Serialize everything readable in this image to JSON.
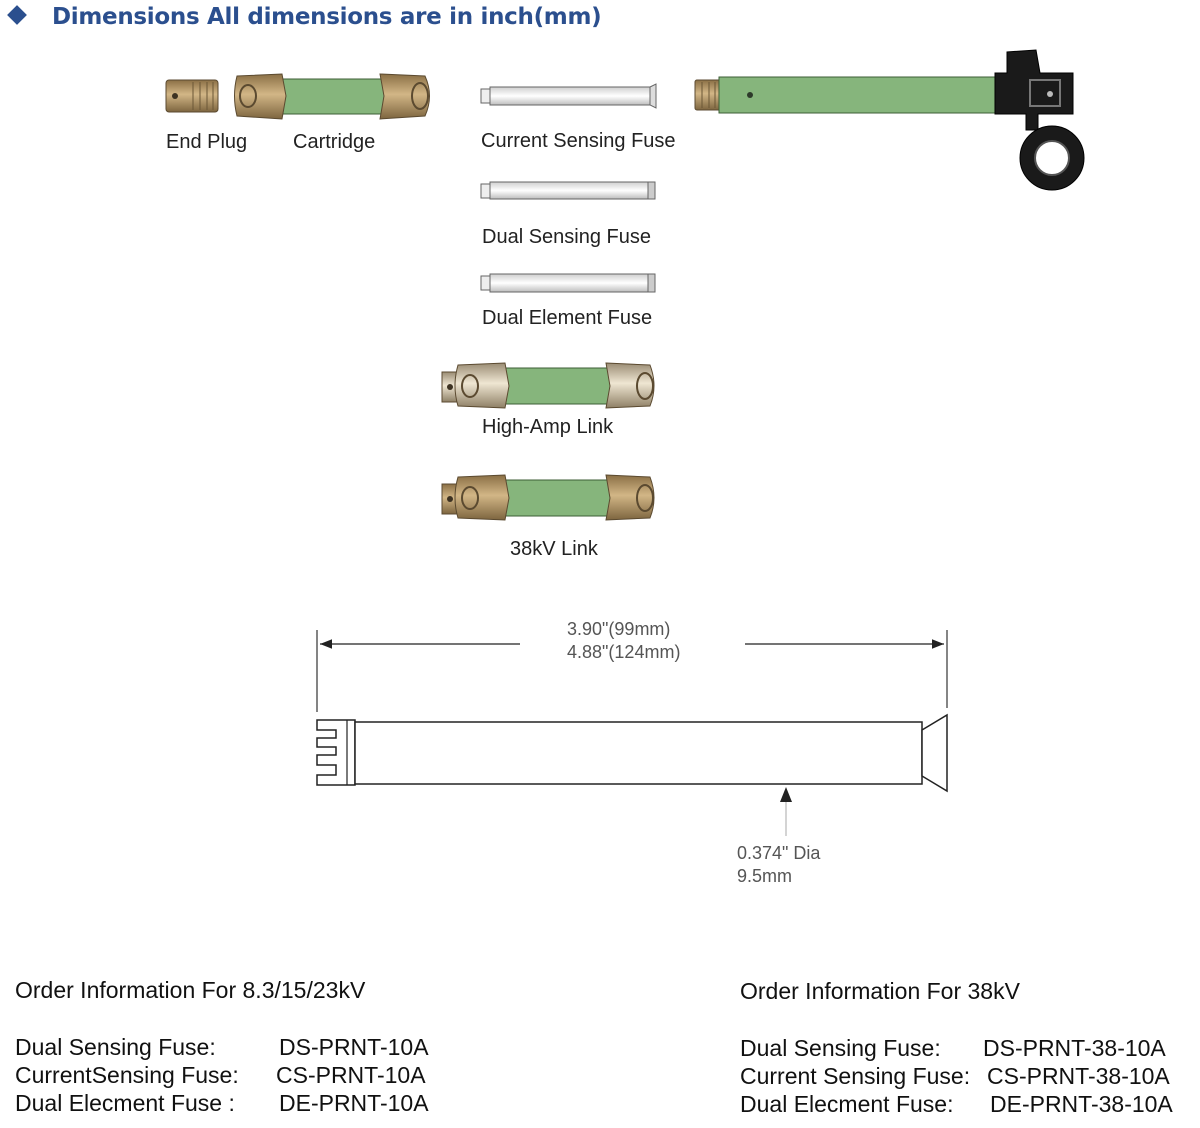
{
  "header": {
    "title": "Dimensions All dimensions are in inch(mm)",
    "accent_color": "#2b4f8e"
  },
  "parts": {
    "end_plug": "End Plug",
    "cartridge": "Cartridge",
    "current_sensing_fuse": "Current Sensing Fuse",
    "dual_sensing_fuse": "Dual Sensing Fuse",
    "dual_element_fuse": "Dual Element Fuse",
    "high_amp_link": "High-Amp Link",
    "kv38_link": "38kV Link"
  },
  "colors": {
    "tube_green": "#86b57c",
    "brass": "#b89a6c",
    "housing_black": "#1a1a1a"
  },
  "drawing": {
    "length_in": "3.90\"(99mm)",
    "length_mm": "4.88\"(124mm)",
    "dia_in": "0.374\" Dia",
    "dia_mm": "9.5mm"
  },
  "order_left": {
    "title": "Order Information For 8.3/15/23kV",
    "rows": [
      {
        "name": "Dual Sensing Fuse:",
        "code": "DS-PRNT-10A"
      },
      {
        "name": "CurrentSensing Fuse:",
        "code": "CS-PRNT-10A"
      },
      {
        "name": "Dual Elecment Fuse :",
        "code": "DE-PRNT-10A"
      }
    ]
  },
  "order_right": {
    "title": "Order Information For 38kV",
    "rows": [
      {
        "name": "Dual Sensing Fuse:",
        "code": "DS-PRNT-38-10A"
      },
      {
        "name": "Current Sensing Fuse:",
        "code": "CS-PRNT-38-10A"
      },
      {
        "name": "Dual Elecment Fuse:",
        "code": "DE-PRNT-38-10A"
      }
    ]
  }
}
